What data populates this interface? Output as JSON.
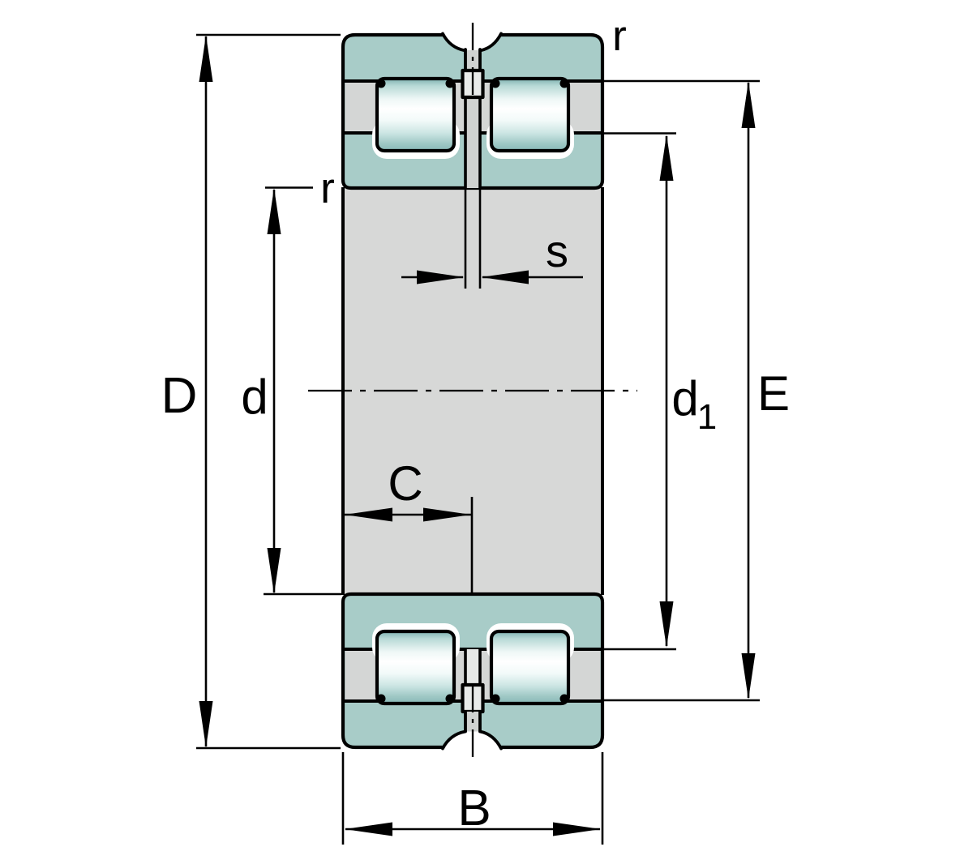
{
  "diagram": {
    "type": "bearing-cross-section-dimension-drawing",
    "labels": {
      "outer_diameter": "D",
      "bore_diameter": "d",
      "inner_ring_chamfer": "r",
      "outer_ring_chamfer": "r",
      "ring_width": "C",
      "center_gap": "s",
      "total_width": "B",
      "shoulder_diameter_base": "d",
      "shoulder_diameter_sub": "1",
      "raceway_diameter": "E"
    },
    "colors": {
      "ring_teal": "#a8ccc8",
      "body_gray": "#d7d8d7",
      "stripe_gray": "#d4d6d5",
      "outline_black": "#000000",
      "background": "#ffffff"
    }
  }
}
